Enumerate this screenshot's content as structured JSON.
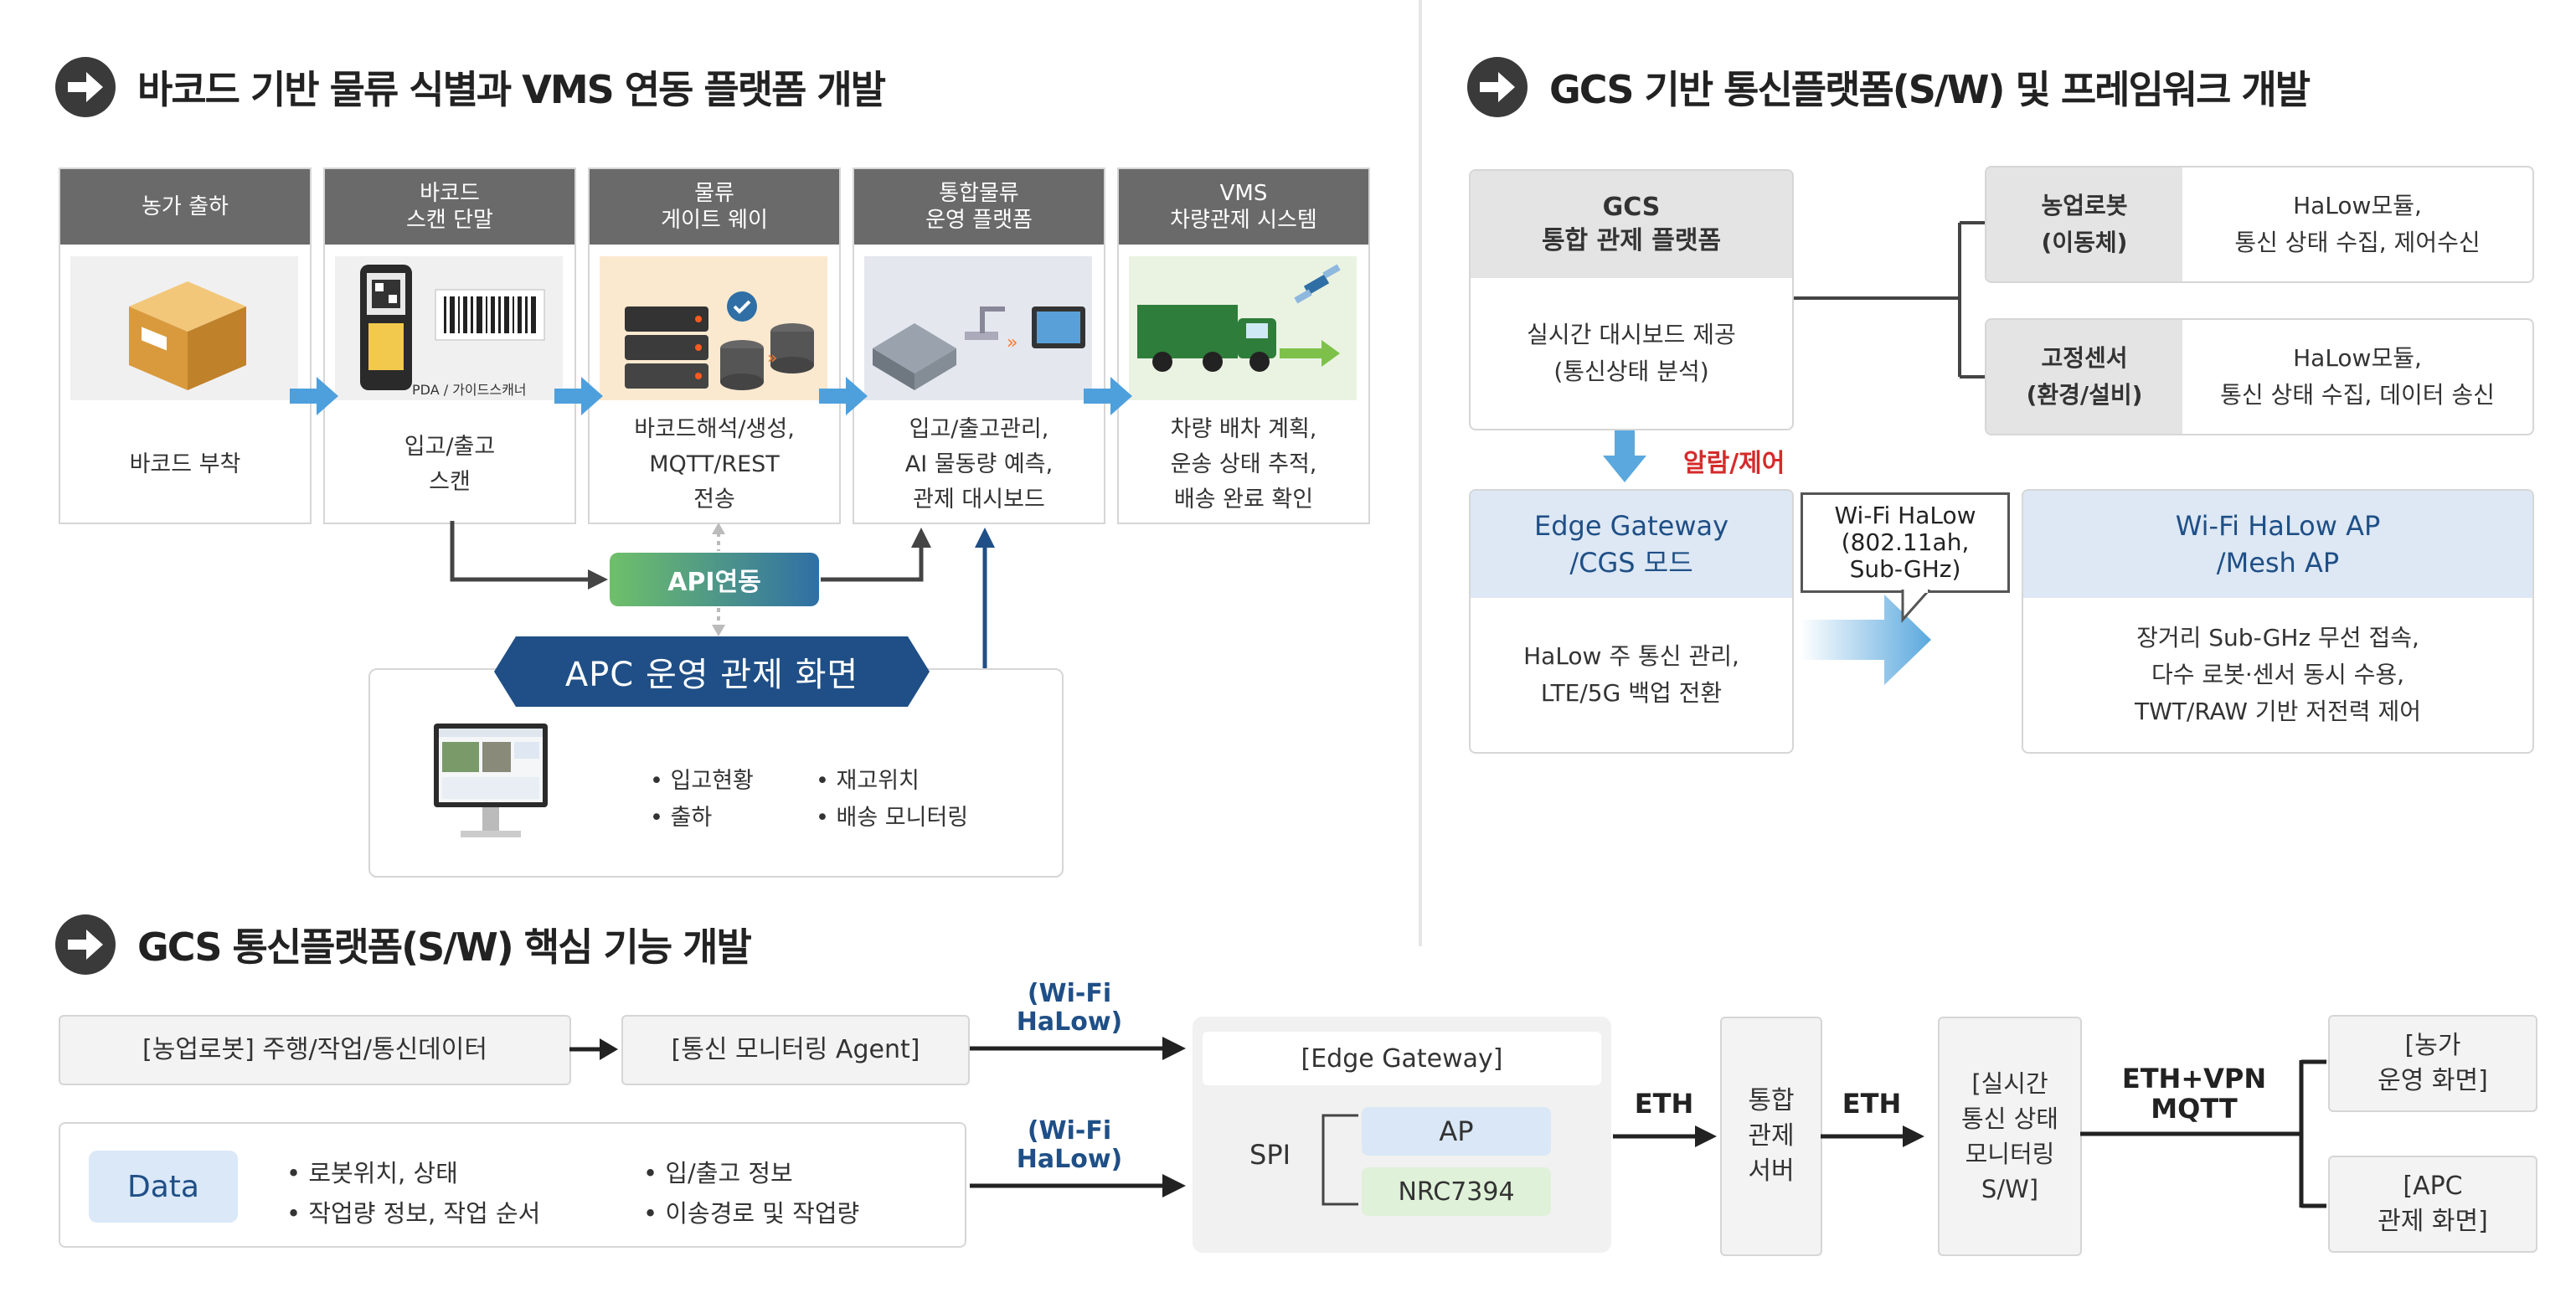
{
  "section1": {
    "title": "바코드 기반 물류 식별과 VMS 연동 플랫폼 개발",
    "columns": [
      {
        "head": "농가 출하",
        "body": "바코드 부착"
      },
      {
        "head": "바코드\n스캔 단말",
        "body": "입고/출고\n스캔",
        "img_caption": "PDA / 가이드스캐너"
      },
      {
        "head": "물류\n게이트 웨이",
        "body": "바코드해석/생성,\nMQTT/REST\n전송"
      },
      {
        "head": "통합물류\n운영 플랫폼",
        "body": "입고/출고관리,\nAI 물동량 예측,\n관제 대시보드"
      },
      {
        "head": "VMS\n차량관제 시스템",
        "body": "차량 배차 계획,\n운송 상태 추적,\n배송 완료 확인"
      }
    ],
    "api_label": "API연동",
    "apc_title": "APC 운영 관제 화면",
    "apc_items": [
      "입고현황",
      "재고위치",
      "출하",
      "배송 모니터링"
    ]
  },
  "section2": {
    "title": "GCS 기반 통신플랫폼(S/W) 및 프레임워크 개발",
    "gcs_head": "GCS\n통합 관제 플랫폼",
    "gcs_body": "실시간 대시보드 제공\n(통신상태 분석)",
    "robot_label": "농업로봇\n(이동체)",
    "robot_desc": "HaLow모듈,\n통신 상태 수집, 제어수신",
    "sensor_label": "고정센서\n(환경/설비)",
    "sensor_desc": "HaLow모듈,\n통신 상태 수집, 데이터 송신",
    "alarm_label": "알람/제어",
    "edge_head": "Edge Gateway\n/CGS 모드",
    "edge_body": "HaLow 주 통신 관리,\nLTE/5G 백업 전환",
    "wifi_callout": "Wi-Fi HaLow\n(802.11ah,\nSub-GHz)",
    "ap_head": "Wi-Fi HaLow AP\n/Mesh AP",
    "ap_body": "장거리 Sub-GHz 무선 접속,\n다수 로봇·센서 동시 수용,\nTWT/RAW 기반 저전력 제어"
  },
  "section3": {
    "title": "GCS 통신플랫폼(S/W) 핵심 기능 개발",
    "robot_data": "[농업로봇] 주행/작업/통신데이터",
    "agent": "[통신 모니터링 Agent]",
    "wifi_label_1": "(Wi-Fi\nHaLow)",
    "wifi_label_2": "(Wi-Fi\nHaLow)",
    "data_chip": "Data",
    "data_items": [
      "로봇위치, 상태",
      "작업량 정보, 작업 순서",
      "입/출고 정보",
      "이송경로 및 작업량"
    ],
    "edge_gateway": "[Edge Gateway]",
    "spi": "SPI",
    "ap": "AP",
    "nrc": "NRC7394",
    "eth_1": "ETH",
    "server": "통합\n관제\n서버",
    "eth_2": "ETH",
    "monitor_sw": "[실시간\n통신 상태\n모니터링\nS/W]",
    "eth_vpn": "ETH+VPN\nMQTT",
    "farm_screen": "[농가\n운영 화면]",
    "apc_screen": "[APC\n관제 화면]"
  }
}
